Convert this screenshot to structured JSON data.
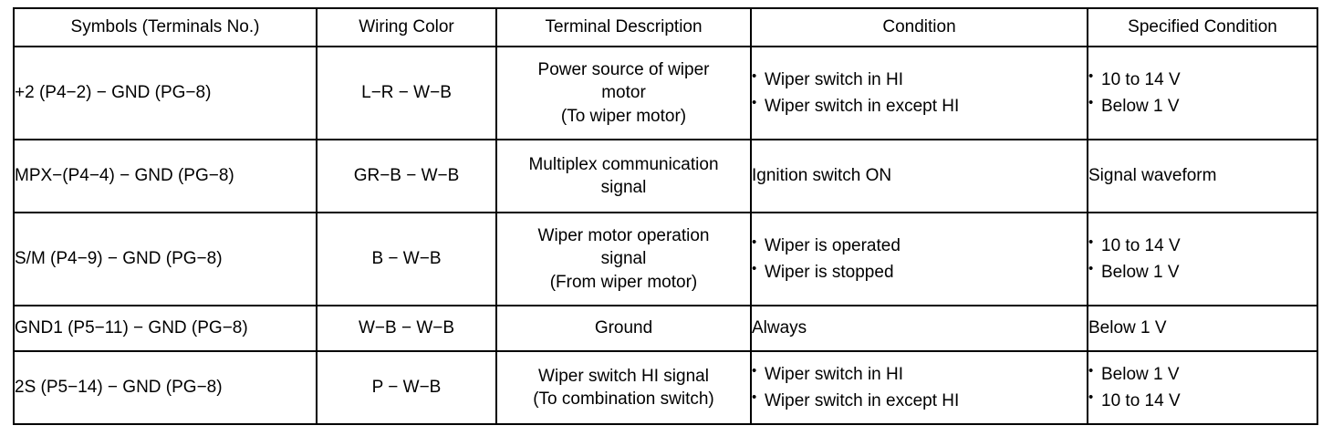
{
  "table": {
    "headers": [
      "Symbols (Terminals No.)",
      "Wiring Color",
      "Terminal Description",
      "Condition",
      "Specified Condition"
    ],
    "rows": [
      {
        "symbols": "+2 (P4−2) − GND (PG−8)",
        "wiring_color": "L−R − W−B",
        "terminal_description": "Power source of wiper\nmotor\n(To wiper motor)",
        "condition_items": [
          "Wiper switch in HI",
          "Wiper switch in except HI"
        ],
        "specified_condition_items": [
          "10 to 14 V",
          "Below 1 V"
        ]
      },
      {
        "symbols": "MPX−(P4−4) − GND (PG−8)",
        "wiring_color": "GR−B − W−B",
        "terminal_description": "Multiplex communication\nsignal",
        "condition_items": [
          "Ignition switch ON"
        ],
        "specified_condition_items": [
          "Signal waveform"
        ]
      },
      {
        "symbols": "S/M (P4−9) − GND (PG−8)",
        "wiring_color": "B − W−B",
        "terminal_description": "Wiper motor operation\nsignal\n(From wiper motor)",
        "condition_items": [
          "Wiper is operated",
          "Wiper is stopped"
        ],
        "specified_condition_items": [
          "10 to 14 V",
          "Below 1 V"
        ]
      },
      {
        "symbols": "GND1 (P5−11) − GND (PG−8)",
        "wiring_color": "W−B − W−B",
        "terminal_description": "Ground",
        "condition_items": [
          "Always"
        ],
        "specified_condition_items": [
          "Below 1 V"
        ]
      },
      {
        "symbols": "2S (P5−14) − GND (PG−8)",
        "wiring_color": "P − W−B",
        "terminal_description": "Wiper switch HI signal\n(To combination switch)",
        "condition_items": [
          "Wiper switch in HI",
          "Wiper switch in except HI"
        ],
        "specified_condition_items": [
          "Below 1 V",
          "10 to 14 V"
        ]
      }
    ]
  }
}
